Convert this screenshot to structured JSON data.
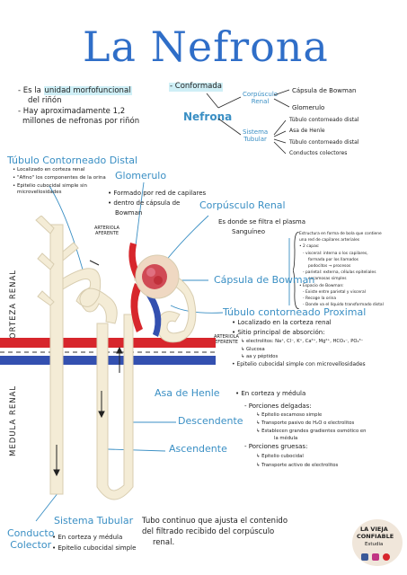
{
  "title": "La Nefrona",
  "intro": {
    "line1_prefix": "- Es la",
    "line1_hl": "unidad morfofuncional",
    "line2": "del riñón",
    "line3": "- Hay aproximadamente 1,2",
    "line4": "millones de nefronas por riñón"
  },
  "conformada": {
    "label": "- Conformada",
    "center": "Nefrona",
    "corpusculo": [
      "Corpúsculo",
      "Renal"
    ],
    "corpusculo_items": [
      "Cápsula de Bowman",
      "Glomerulo"
    ],
    "sistema": [
      "Sistema",
      "Tubular"
    ],
    "sistema_items": [
      "Túbulo contorneado distal",
      "Asa de Henle",
      "Túbulo contorneado distal",
      "Conductos colectores"
    ]
  },
  "tcd": {
    "title": "Túbulo Contorneado Distal",
    "items": [
      "• Localizado en corteza renal",
      "• \"Afino\" los componentes de la orina",
      "• Epitelio cubocidal simple sin",
      "microvellosidades"
    ]
  },
  "glomerulo": {
    "title": "Glomerulo",
    "items": [
      "• Formado por red de capilares",
      "• dentro de cápsula de",
      "Bowman"
    ]
  },
  "corpusculo_renal": {
    "title": "Corpúsculo Renal",
    "text1": "Es donde se filtra el plasma",
    "text2": "Sanguíneo"
  },
  "bowman": {
    "title": "Cápsula de Bowman",
    "notes": [
      "Estructura en forma de bola que contiene",
      "una red de capilares arteriales",
      "• 2 capas:",
      "- visceral: interna o los capilares,",
      "formada por los llamados",
      "podocitos  → procesos",
      "- parietal: externa, células epiteliales",
      "escamosas simples",
      "• Espacio de Bowman:",
      "- Existe entre parietal y visceral",
      "- Recoge la orina",
      "- Donde va el líquido transformado distal"
    ]
  },
  "arteriola_aferente": [
    "ARTERIOLA",
    "AFERENTE"
  ],
  "arteriola_eferente": [
    "ARTERIOLA",
    "EFERENTE"
  ],
  "tcp": {
    "title": "Túbulo contorneado Proximal",
    "items": [
      "• Localizado en la corteza renal",
      "• Sitio principal de absorción:",
      "↳ electrolitos: Na⁺, Cl⁻, K⁺, Ca²⁺, Mg²⁺, HCO₃⁻, PO₄³⁻",
      "↳ Glucosa",
      "↳ aa y péptidos",
      "• Epitelio cubocidal simple con microvellosidades"
    ]
  },
  "henle": {
    "title": "Asa de Henle",
    "location": "• En corteza y médula",
    "delgadas_label": "- Porciones delgadas:",
    "delgadas_items": [
      "↳ Epitelio escamoso simple",
      "↳ Transporte pasivo de H₂O o electrolitos",
      "↳ Establecen grandes gradientes osmótico en",
      "la médula"
    ],
    "gruesas_label": "- Porciones gruesas:",
    "gruesas_items": [
      "↳ Epitelio cubocidal",
      "↳ Transporte activo de electrolitos"
    ]
  },
  "descendente": "Descendente",
  "ascendente": "Ascendente",
  "corteza_renal": "CORTEZA RENAL",
  "medula_renal": "MEDULA RENAL",
  "conducto_colector": [
    "Conducto",
    "Colector"
  ],
  "sistema_tubular": {
    "title": "Sistema Tubular",
    "items": [
      "• En corteza y médula",
      "• Epitelio cubocidal simple"
    ],
    "desc1": "Tubo continuo que ajusta el contenido",
    "desc2": "del filtrado recibido del corpúsculo",
    "desc3": "renal."
  },
  "logo": {
    "line1": "LA VIEJA",
    "line2": "CONFIABLE",
    "line3": "Estudia"
  },
  "colors": {
    "title": "#2f6ec8",
    "highlight": "#cfeff6",
    "tube": "#f4ecd6",
    "artery": "#d7262c",
    "vein": "#3350b0",
    "label_blue": "#3a8fc4"
  }
}
